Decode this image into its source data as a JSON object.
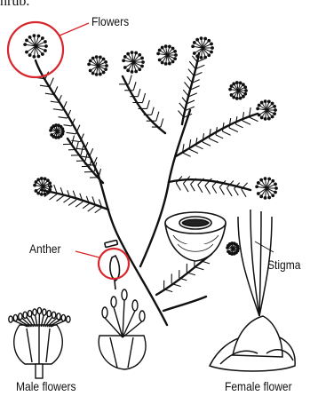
{
  "header": {
    "clipped_text": "hrub."
  },
  "labels": {
    "flowers": "Flowers",
    "anther": "Anther",
    "stigma": "Stigma",
    "male_flowers": "Male flowers",
    "female_flower": "Female flower"
  },
  "colors": {
    "ink": "#111111",
    "highlight": "#d8262c",
    "background": "#ffffff"
  }
}
